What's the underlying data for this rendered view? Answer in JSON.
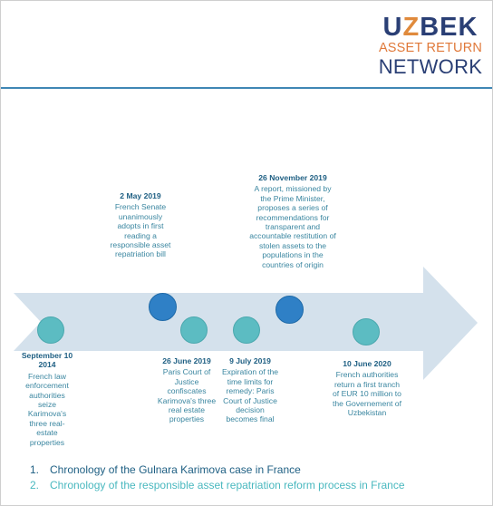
{
  "logo": {
    "uz": "U",
    "z": "Z",
    "bek": "BEK",
    "line2": "ASSET RETURN",
    "line3": "NETWORK"
  },
  "colors": {
    "navy": "#2a3f75",
    "orange": "#e0793a",
    "teal": "#5cbcc2",
    "blue": "#2f80c6",
    "arrow": "#d4e1ec",
    "rule": "#3f87b5"
  },
  "events": [
    {
      "date": "September 10 2014",
      "text": "French law enforcement authorities seize Karimova's three real-estate properties",
      "series": 1
    },
    {
      "date": "2 May 2019",
      "text": "French Senate unanimously adopts in first reading a responsible asset repatriation bill",
      "series": 2
    },
    {
      "date": "26 June 2019",
      "text": "Paris Court of Justice confiscates Karimova's three real estate properties",
      "series": 1
    },
    {
      "date": "9 July 2019",
      "text": "Expiration of the time limits for remedy: Paris Court of Justice decision becomes final",
      "series": 1
    },
    {
      "date": "26 November 2019",
      "text": "A report, missioned by the Prime Minister, proposes a series of recommendations for transparent and accountable restitution of stolen assets to the populations in the countries of origin",
      "series": 2
    },
    {
      "date": "10 June 2020",
      "text": "French authorities return a first tranch of EUR 10 million to the Governement of Uzbekistan",
      "series": 1
    }
  ],
  "legend": [
    {
      "num": "1.",
      "label": "Chronology of the Gulnara Karimova case in France"
    },
    {
      "num": "2.",
      "label": "Chronology of the responsible asset repatriation reform process in France"
    }
  ]
}
